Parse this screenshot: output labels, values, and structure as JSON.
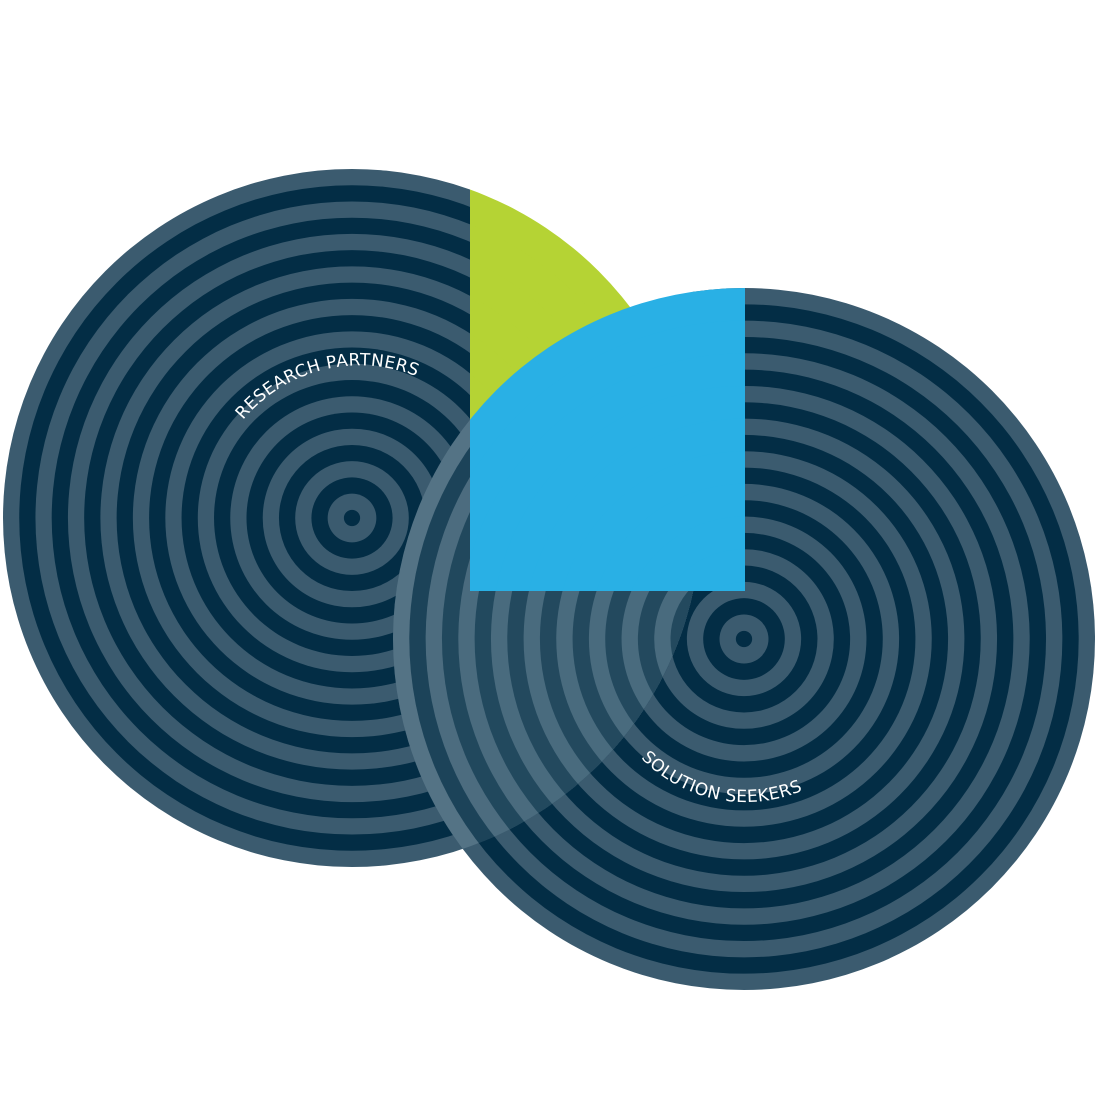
{
  "labels": {
    "left_circle": "RESEARCH PARTNERS",
    "right_circle": "SOLUTION SEEKERS"
  },
  "colors": {
    "background": "#ffffff",
    "ring_light": "#3b5b6f",
    "ring_dark": "#032d45",
    "accent_green": "#b5d334",
    "accent_blue": "#29b0e5",
    "accent_white": "#ffffff",
    "overlap_light": "#6a8797",
    "overlap_dark": "#1d4258"
  },
  "circles": [
    {
      "name": "left-target",
      "label_key": "left_circle",
      "ring_count": 11
    },
    {
      "name": "right-target",
      "label_key": "right_circle",
      "ring_count": 11
    }
  ]
}
